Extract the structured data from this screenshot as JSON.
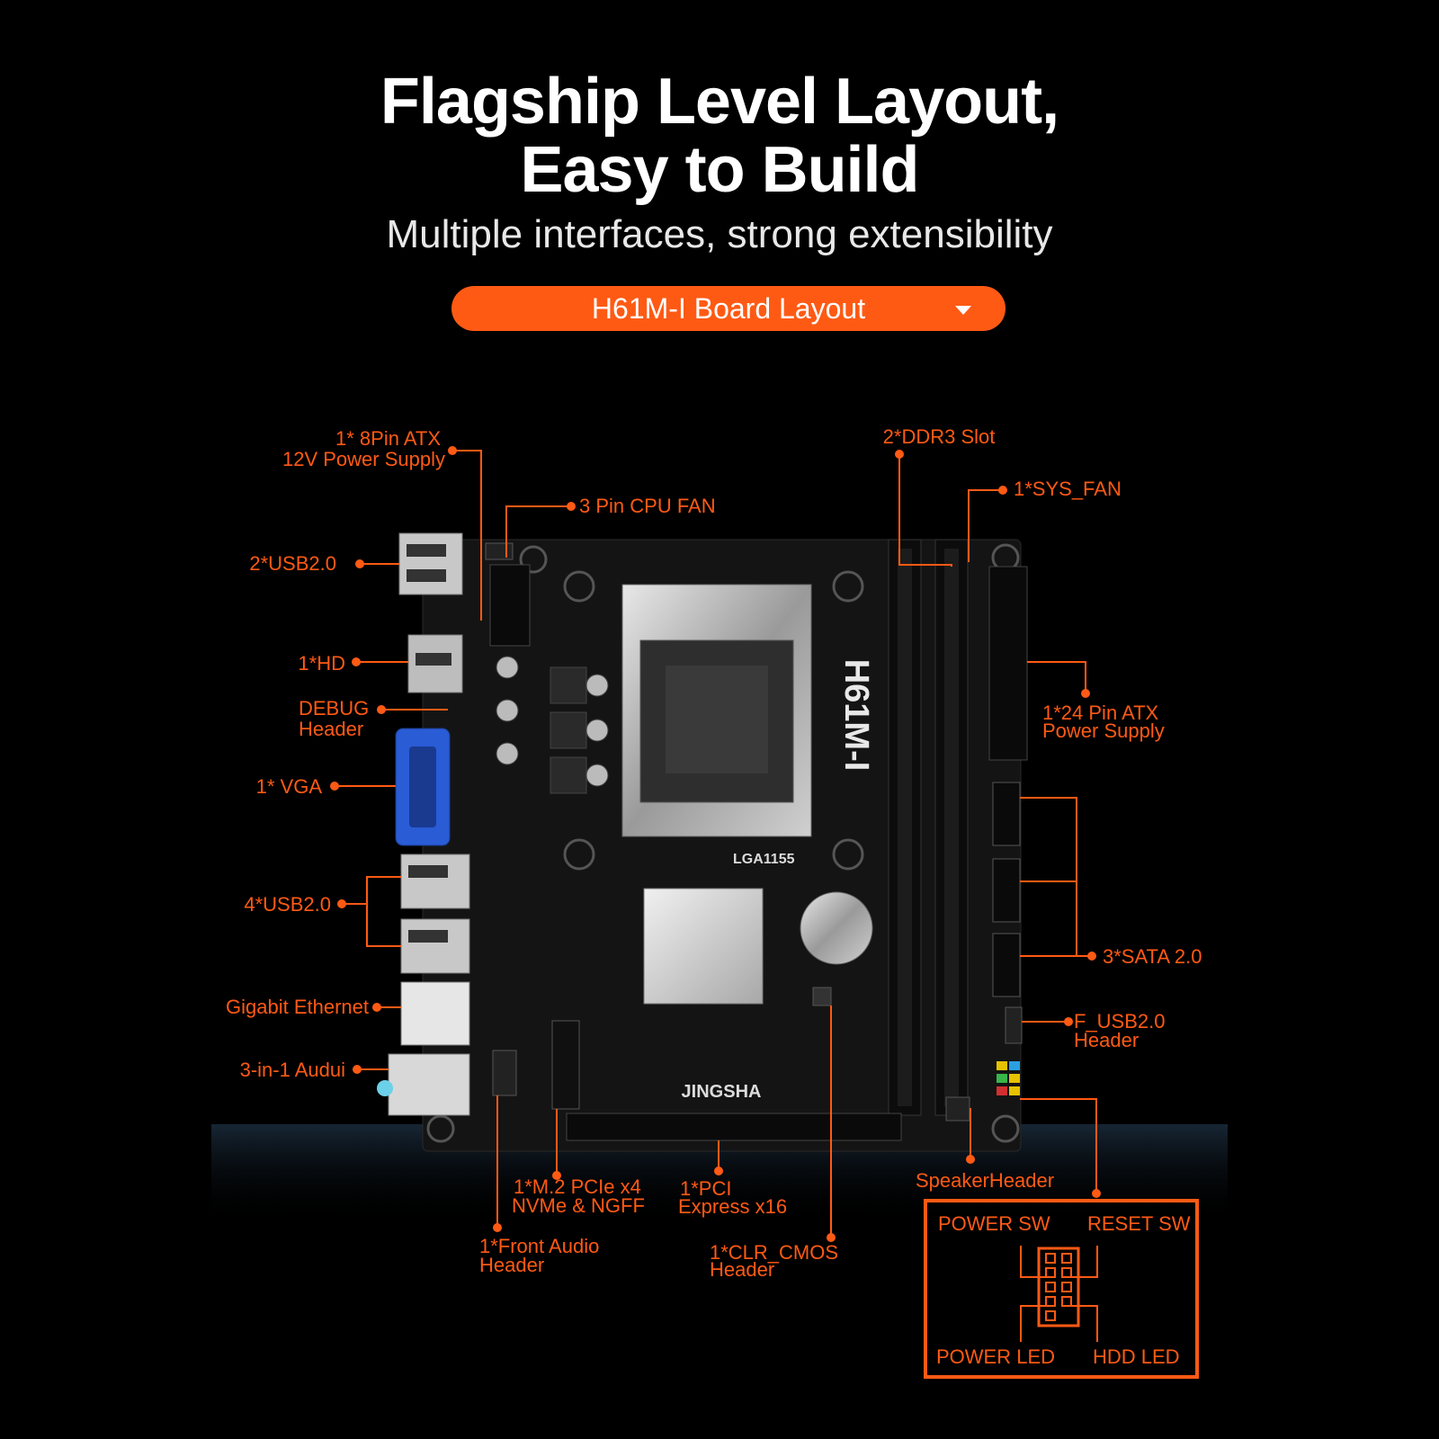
{
  "header": {
    "title_line1": "Flagship Level Layout,",
    "title_line2": "Easy to Build",
    "subtitle": "Multiple interfaces, strong extensibility",
    "dropdown_label": "H61M-I Board Layout"
  },
  "colors": {
    "accent": "#ff5a14",
    "background": "#000000",
    "board": "#141414"
  },
  "board": {
    "model_silk": "H61M-I",
    "socket_silk": "LGA1155",
    "brand": "JINGSHA"
  },
  "labels": {
    "atx8_line1": "1* 8Pin ATX",
    "atx8_line2": "12V Power Supply",
    "cpu_fan": "3 Pin CPU FAN",
    "usb_top": "2*USB2.0",
    "hd": "1*HD",
    "debug_line1": "DEBUG",
    "debug_line2": "Header",
    "vga": "1* VGA",
    "usb_mid": "4*USB2.0",
    "ethernet": "Gigabit Ethernet",
    "audio": "3-in-1 Audui",
    "ddr3": "2*DDR3 Slot",
    "sys_fan": "1*SYS_FAN",
    "atx24_line1": "1*24 Pin ATX",
    "atx24_line2": "Power Supply",
    "sata": "3*SATA 2.0",
    "fusb_line1": "F_USB2.0",
    "fusb_line2": "Header",
    "speaker": "SpeakerHeader",
    "m2_line1": "1*M.2 PCIe x4",
    "m2_line2": "NVMe & NGFF",
    "pcie_line1": "1*PCI",
    "pcie_line2": "Express x16",
    "front_audio_line1": "1*Front Audio",
    "front_audio_line2": "Header",
    "clr_line1": "1*CLR_CMOS",
    "clr_line2": "Header"
  },
  "front_panel": {
    "power_sw": "POWER SW",
    "reset_sw": "RESET SW",
    "power_led": "POWER LED",
    "hdd_led": "HDD LED"
  }
}
